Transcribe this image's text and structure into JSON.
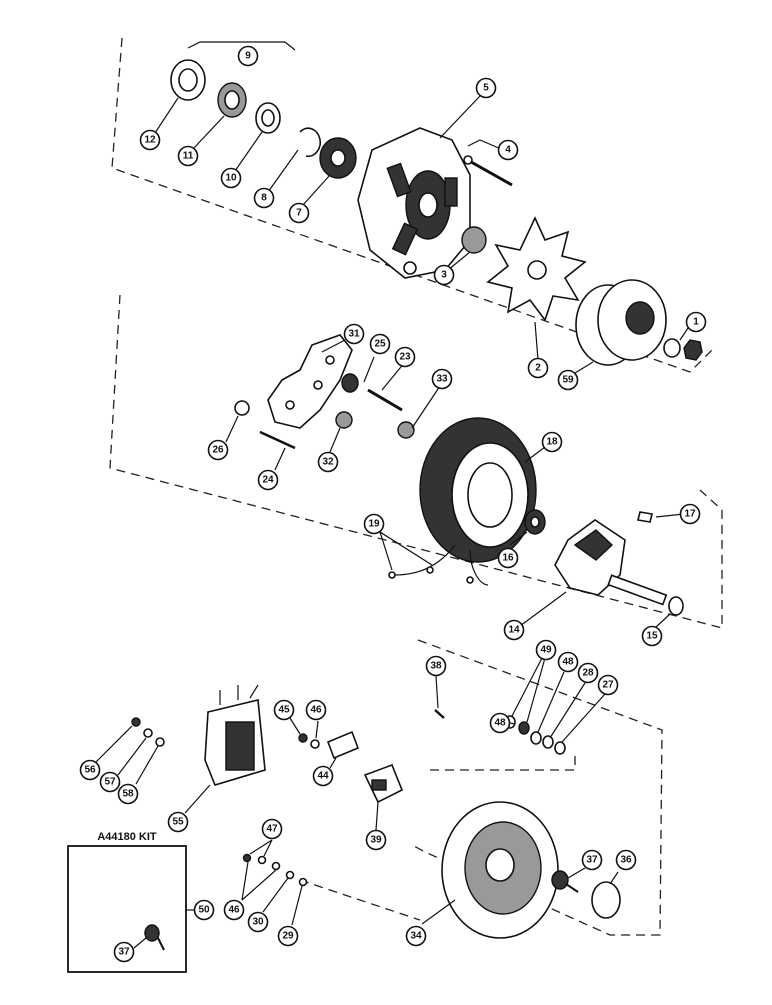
{
  "kit_label": "A44180 KIT",
  "callouts": [
    "1",
    "2",
    "3",
    "4",
    "5",
    "7",
    "8",
    "9",
    "10",
    "11",
    "12",
    "14",
    "15",
    "16",
    "17",
    "18",
    "19",
    "23",
    "24",
    "25",
    "26",
    "27",
    "28",
    "29",
    "30",
    "31",
    "32",
    "33",
    "34",
    "36",
    "37",
    "38",
    "39",
    "44",
    "45",
    "46",
    "47",
    "48",
    "49",
    "50",
    "55",
    "56",
    "57",
    "58",
    "59"
  ]
}
